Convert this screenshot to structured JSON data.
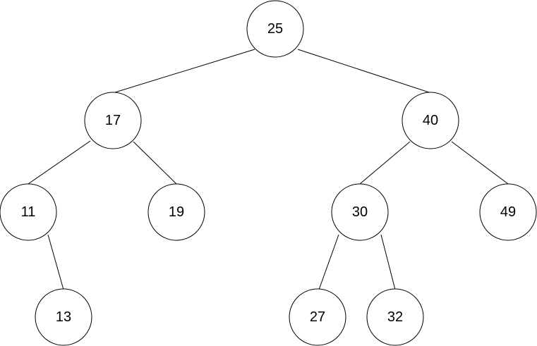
{
  "tree": {
    "nodes": [
      {
        "id": "n25",
        "label": "25"
      },
      {
        "id": "n17",
        "label": "17"
      },
      {
        "id": "n40",
        "label": "40"
      },
      {
        "id": "n11",
        "label": "11"
      },
      {
        "id": "n19",
        "label": "19"
      },
      {
        "id": "n30",
        "label": "30"
      },
      {
        "id": "n49",
        "label": "49"
      },
      {
        "id": "n13",
        "label": "13"
      },
      {
        "id": "n27",
        "label": "27"
      },
      {
        "id": "n32",
        "label": "32"
      }
    ],
    "edges": [
      {
        "from": "n25",
        "to": "n17"
      },
      {
        "from": "n25",
        "to": "n40"
      },
      {
        "from": "n17",
        "to": "n11"
      },
      {
        "from": "n17",
        "to": "n19"
      },
      {
        "from": "n40",
        "to": "n30"
      },
      {
        "from": "n40",
        "to": "n49"
      },
      {
        "from": "n11",
        "to": "n13"
      },
      {
        "from": "n30",
        "to": "n27"
      },
      {
        "from": "n30",
        "to": "n32"
      }
    ]
  },
  "colors": {
    "stroke": "#000000",
    "fill": "#ffffff",
    "text": "#000000"
  }
}
